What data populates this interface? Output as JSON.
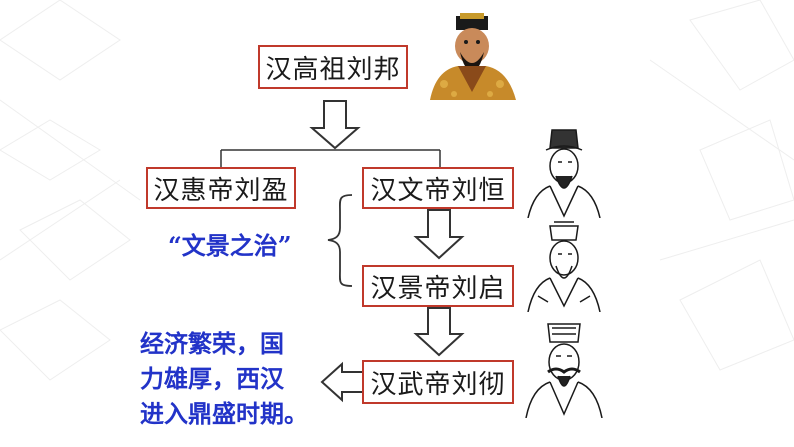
{
  "nodes": {
    "gaozu": "汉高祖刘邦",
    "huidi": "汉惠帝刘盈",
    "wendi": "汉文帝刘恒",
    "jingdi": "汉景帝刘启",
    "wudi": "汉武帝刘彻"
  },
  "era_label": "“文景之治”",
  "summary_lines": [
    "经济繁荣，国",
    "力雄厚，西汉",
    "进入鼎盛时期。"
  ],
  "colors": {
    "box_border": "#c0392b",
    "note_text": "#2233c8",
    "arrow": "#333333"
  },
  "icons": {
    "down_arrow": "hollow-down-arrow",
    "left_arrow": "hollow-left-arrow",
    "brace": "left-curly-brace"
  }
}
